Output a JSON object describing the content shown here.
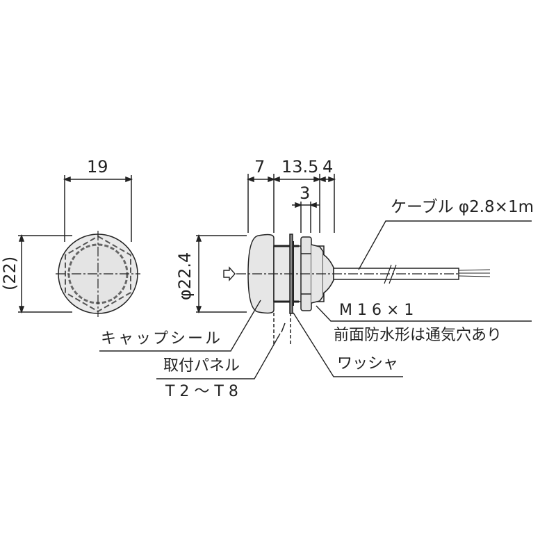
{
  "diagram": {
    "type": "technical-drawing",
    "front_view": {
      "width_dim": "19",
      "height_dim": "(22)"
    },
    "side_view": {
      "dims_top": [
        "7",
        "13.5",
        "4"
      ],
      "dim_small": "3",
      "diameter_dim": "φ22.4"
    },
    "labels": {
      "cable": "ケーブル φ2.8×1m",
      "thread": "M16×1",
      "thread_display": "M 1 6 × 1",
      "vent_note": "前面防水形は通気穴あり",
      "washer": "ワッシャ",
      "cap_seal": "キャップシール",
      "panel": "取付パネル",
      "panel_thickness": "T2～T8",
      "panel_thickness_display": "T 2 ～ T 8"
    },
    "colors": {
      "line": "#222222",
      "fill": "#e6e6e6",
      "background": "#ffffff"
    }
  }
}
